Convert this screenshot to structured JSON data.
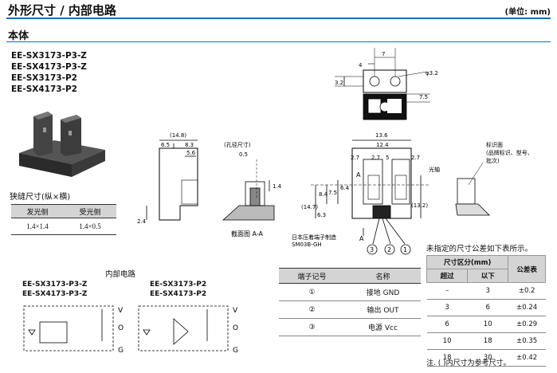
{
  "header": {
    "title": "外形尺寸 / 内部电路",
    "unit": "(单位: mm)"
  },
  "section": {
    "title": "本体"
  },
  "models": [
    "EE-SX3173-P3-Z",
    "EE-SX4173-P3-Z",
    "EE-SX3173-P2",
    "EE-SX4173-P2"
  ],
  "gap_table": {
    "title": "狭缝尺寸(纵×横)",
    "headers": [
      "发光侧",
      "受光侧"
    ],
    "row": [
      "1.4×1.4",
      "1.4×0.5"
    ]
  },
  "circuit": {
    "title": "内部电路",
    "left_models": [
      "EE-SX3173-P3-Z",
      "EE-SX4173-P3-Z"
    ],
    "right_models": [
      "EE-SX3173-P2",
      "EE-SX4173-P2"
    ],
    "pins": [
      "V",
      "O",
      "G"
    ]
  },
  "drawing": {
    "dims": {
      "d7": "7",
      "d4": "4",
      "d3_2a": "3.2",
      "d3_2b": "φ3.2",
      "d7_5": "7.5",
      "d14_8": "(14.8)",
      "d6_5": "6.5",
      "d8_3": "8.3",
      "d5_6": "5.6",
      "d2_4": "2.4",
      "hole": "(孔径尺寸)",
      "d0_5": "0.5",
      "d1_4": "1.4",
      "d13_6": "13.6",
      "d12_4": "12.4",
      "d2_7a": "2.7",
      "d2_7b": "2.7",
      "d5": "5",
      "d2_7c": "2.7",
      "d8_4": "8.4",
      "d6_4": "6.4",
      "d14_7": "(14.7)",
      "d6_3": "6.3",
      "d13_2": "(13.2)"
    },
    "labels": {
      "section": "截面图 A-A",
      "a": "A",
      "axis": "光轴",
      "mark1": "标识面",
      "mark2": "(品牌标识、型号、",
      "mark3": "批次)",
      "conn1": "日本压着端子制造",
      "conn2": "SM03B-GH",
      "p3": "3",
      "p2": "2",
      "p1": "1"
    }
  },
  "pin_table": {
    "headers": [
      "端子记号",
      "名称"
    ],
    "rows": [
      [
        "①",
        "接地 GND"
      ],
      [
        "②",
        "输出 OUT"
      ],
      [
        "③",
        "电源 Vcc"
      ]
    ]
  },
  "tolerance": {
    "title": "未指定的尺寸公差如下表所示。",
    "header_range": "尺寸区分(mm)",
    "header_over": "超过",
    "header_under": "以下",
    "header_tol": "公差表",
    "rows": [
      [
        "–",
        "3",
        "±0.2"
      ],
      [
        "3",
        "6",
        "±0.24"
      ],
      [
        "6",
        "10",
        "±0.29"
      ],
      [
        "10",
        "18",
        "±0.35"
      ],
      [
        "18",
        "30",
        "±0.42"
      ]
    ],
    "note": "注. ( )内尺寸为参考尺寸。"
  }
}
